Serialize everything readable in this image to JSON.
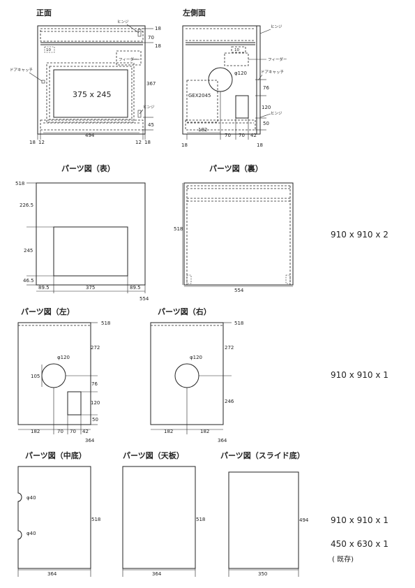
{
  "titles": {
    "front": "正面",
    "left_side": "左側面",
    "parts_front": "パーツ図（表）",
    "parts_back": "パーツ図（裏）",
    "parts_left": "パーツ図（左）",
    "parts_right": "パーツ図（右）",
    "parts_mid_bottom": "パーツ図（中底）",
    "parts_top": "パーツ図（天板）",
    "parts_slide_bottom": "パーツ図（スライド底）"
  },
  "front_view": {
    "screen": "375 x 245",
    "hinge": "ヒンジ",
    "door_catch": "ドアキャッチ",
    "filter": "フィーダー",
    "small_label": "10",
    "d18a": "18",
    "d70": "70",
    "d18b": "18",
    "d367": "367",
    "d45": "45",
    "d494": "494",
    "d18l": "18",
    "d12l": "12",
    "d12r": "12",
    "d18r": "18"
  },
  "side_view": {
    "hinge": "ヒンジ",
    "filter": "フィーダー",
    "door_catch": "ドアキャッチ",
    "phi": "φ120",
    "gex": "GEX2045",
    "small_label": "10",
    "d76": "76",
    "d120": "120",
    "d50": "50",
    "d182": "182",
    "d70": "70",
    "d70b": "70",
    "d42": "42",
    "d18l": "18",
    "d18r": "18"
  },
  "parts_front_dims": {
    "d518": "518",
    "d226": "226.5",
    "d245": "245",
    "d46": "46.5",
    "d89l": "89.5",
    "d375": "375",
    "d89r": "89.5",
    "d554": "554"
  },
  "parts_back_dims": {
    "d518": "518",
    "d554": "554"
  },
  "parts_left_dims": {
    "d518": "518",
    "d272": "272",
    "phi": "φ120",
    "d105": "105",
    "d76": "76",
    "d120": "120",
    "d50": "50",
    "d182": "182",
    "d70": "70",
    "d70b": "70",
    "d42": "42",
    "d364": "364"
  },
  "parts_right_dims": {
    "d518": "518",
    "d272": "272",
    "phi": "φ120",
    "d246": "246",
    "d182a": "182",
    "d182b": "182",
    "d364": "364"
  },
  "parts_mid_dims": {
    "phi1": "φ40",
    "phi2": "φ40",
    "d518": "518",
    "d364": "364"
  },
  "parts_top_dims": {
    "d518": "518",
    "d364": "364"
  },
  "parts_slide_dims": {
    "d494": "494",
    "d350": "350"
  },
  "boards": {
    "b1": "910 x 910 x 2",
    "b2": "910 x 910 x 1",
    "b3": "910 x 910 x 1",
    "b4": "450 x 630 x 1",
    "b4_note": "( 既存)"
  }
}
